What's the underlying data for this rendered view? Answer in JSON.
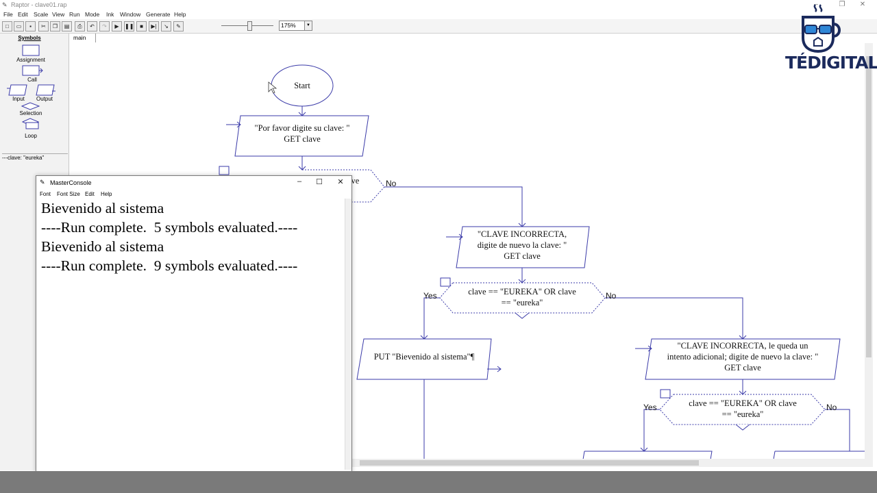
{
  "window": {
    "title": "Raptor - clave01.rap"
  },
  "menu": [
    "File",
    "Edit",
    "Scale",
    "View",
    "Run",
    "Mode",
    "Ink",
    "Window",
    "Generate",
    "Help"
  ],
  "toolbar": {
    "zoom": "175%"
  },
  "symbols_panel": {
    "header": "Symbols",
    "items": [
      "Assignment",
      "Call",
      "Input",
      "Output",
      "Selection",
      "Loop"
    ],
    "variables": [
      "---clave: \"eureka\""
    ]
  },
  "tabs": [
    "main"
  ],
  "flowchart": {
    "start": "Start",
    "input1": [
      "\"Por favor digite su clave: \"",
      "GET clave"
    ],
    "decision1_partial": "ave",
    "no1": "No",
    "input2": [
      "\"CLAVE INCORRECTA,",
      "digite de nuevo la clave: \"",
      "GET clave"
    ],
    "decision2": [
      "clave == \"EUREKA\" OR clave",
      "== \"eureka\""
    ],
    "yes2": "Yes",
    "no2": "No",
    "output1": "PUT \"Bievenido al sistema\"¶",
    "input3": [
      "\"CLAVE INCORRECTA, le queda un",
      "intento adicional; digite de nuevo la clave: \"",
      "GET clave"
    ],
    "decision3": [
      "clave == \"EUREKA\" OR clave",
      "== \"eureka\""
    ],
    "yes3": "Yes",
    "no3": "No"
  },
  "console": {
    "title": "MasterConsole",
    "menu": [
      "Font",
      "Font Size",
      "Edit",
      "Help"
    ],
    "lines": [
      "Bievenido al sistema",
      "----Run complete.  5 symbols evaluated.----",
      "Bievenido al sistema",
      "----Run complete.  9 symbols evaluated.----"
    ]
  },
  "logo": {
    "text": "TÉDIGITAL"
  },
  "colors": {
    "flow_stroke": "#3a3aa8",
    "logo": "#1b2a5c",
    "logo_accent": "#2f86d6"
  }
}
